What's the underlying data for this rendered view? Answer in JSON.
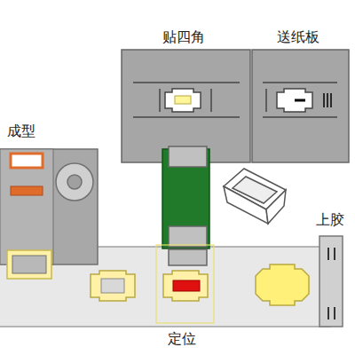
{
  "diagram": {
    "labels": [
      "贴四角",
      "送纸板",
      "成型",
      "上胶",
      "定位"
    ]
  }
}
